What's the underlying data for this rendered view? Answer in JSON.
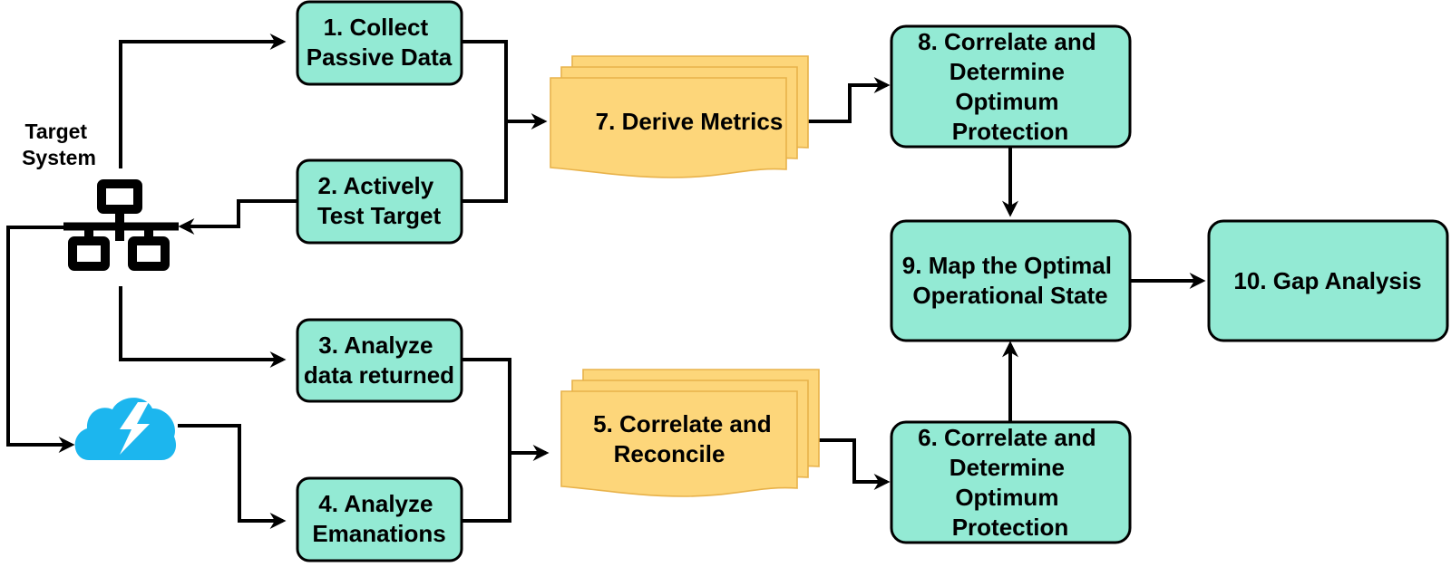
{
  "colors": {
    "process_box": "#93ead4",
    "document_box": "#fdd67a",
    "cloud_icon": "#1cb6ee"
  },
  "target_system": {
    "label_lines": [
      "Target",
      "System"
    ],
    "icon": "network-icon"
  },
  "emanations_source": {
    "icon": "cloud-lightning-icon"
  },
  "steps": {
    "s1": [
      "1. Collect",
      "Passive Data"
    ],
    "s2": [
      "2. Actively",
      "Test Target"
    ],
    "s3": [
      "3. Analyze",
      "data returned"
    ],
    "s4": [
      "4. Analyze",
      "Emanations"
    ],
    "s5": [
      "5. Correlate and",
      "Reconcile"
    ],
    "s6": [
      "6. Correlate and",
      "Determine",
      "Optimum",
      "Protection"
    ],
    "s7": [
      "7. Derive Metrics"
    ],
    "s8": [
      "8. Correlate and",
      "Determine",
      "Optimum",
      "Protection"
    ],
    "s9": [
      "9. Map the Optimal",
      "Operational State"
    ],
    "s10": [
      "10. Gap Analysis"
    ]
  }
}
